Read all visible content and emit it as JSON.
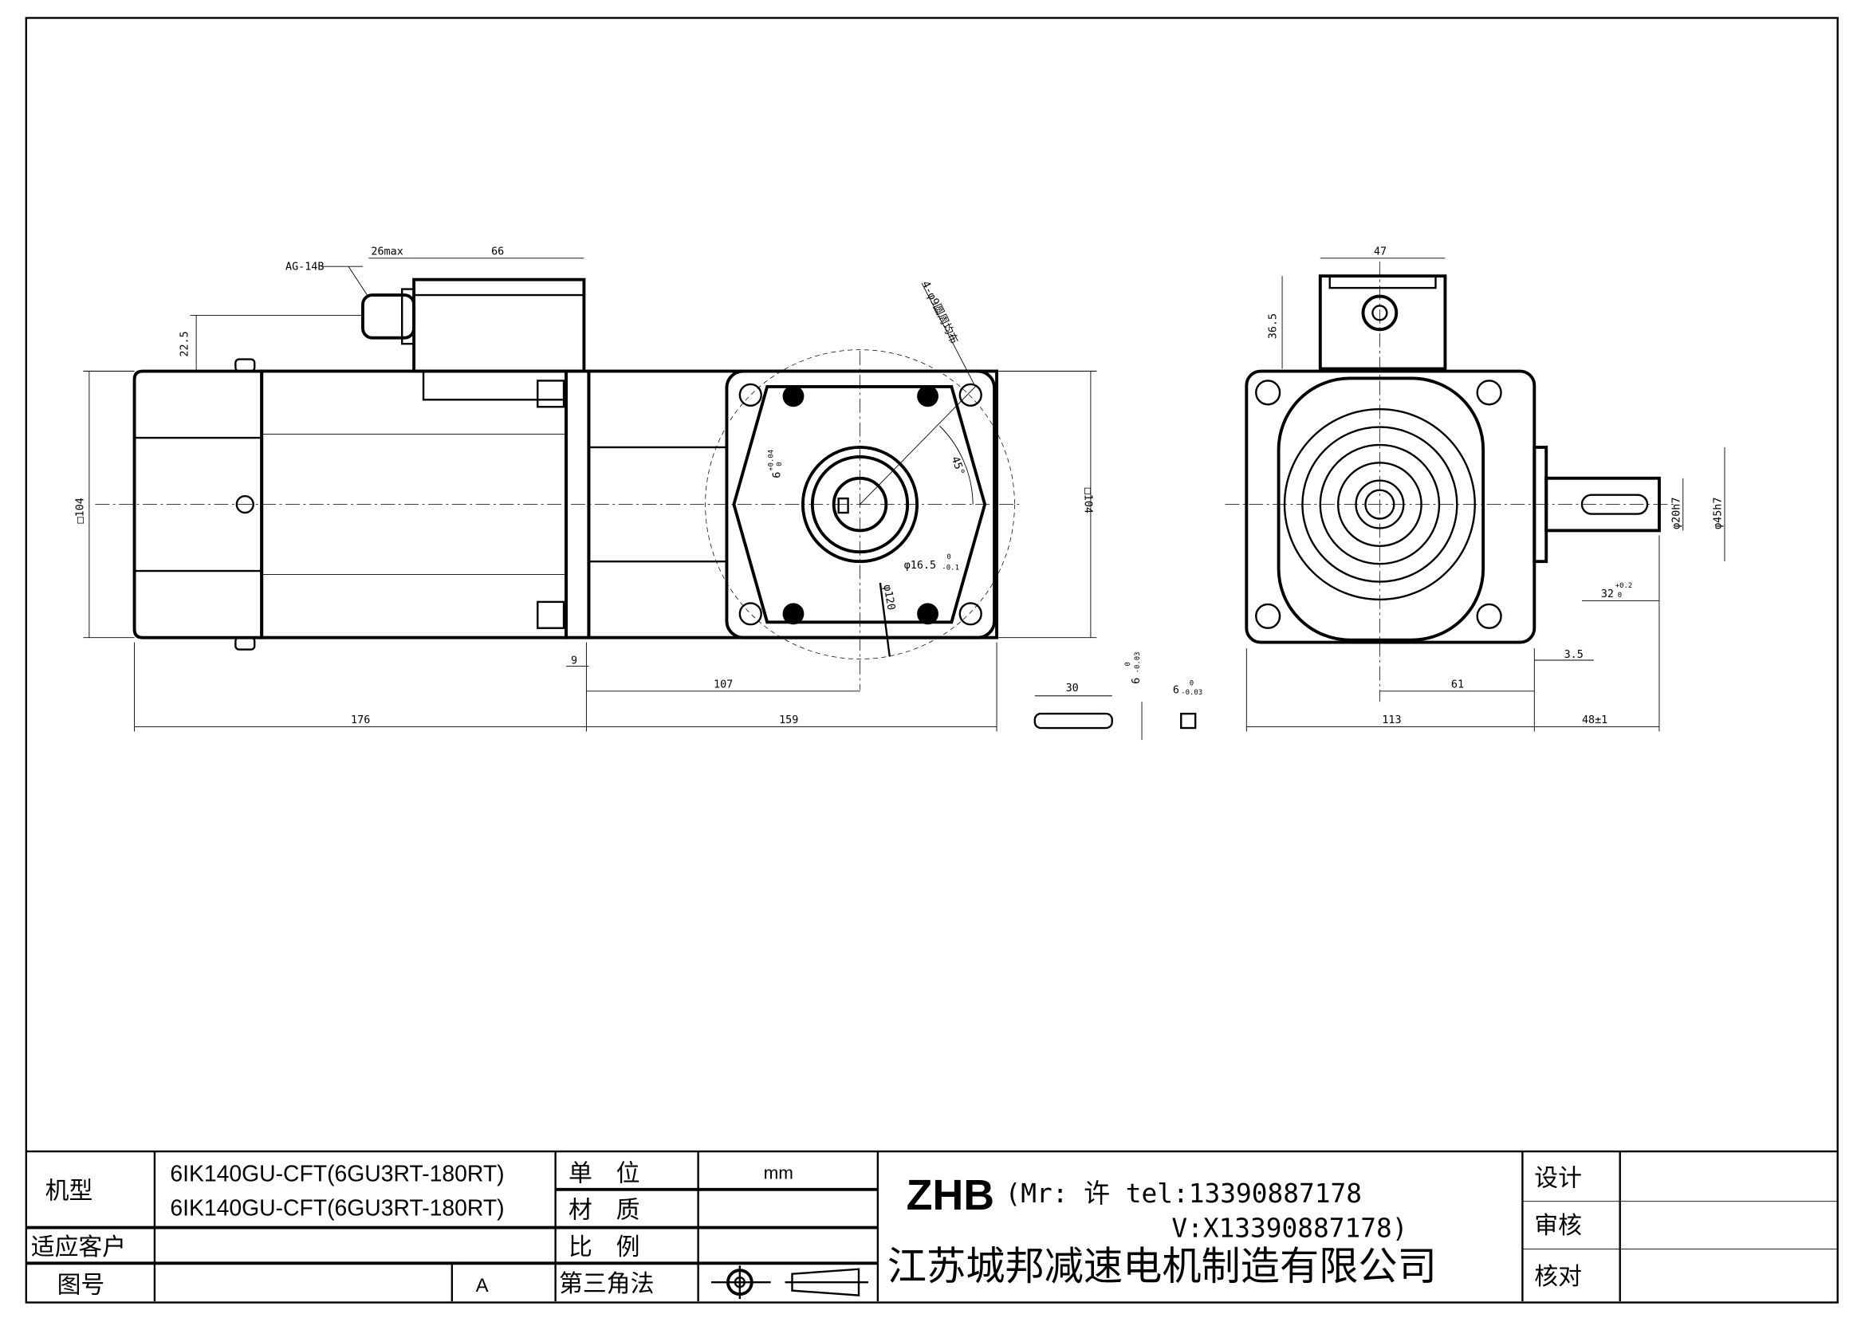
{
  "drawing": {
    "side_view": {
      "cable_gland_label": "AG-14B",
      "dim_gland": "26max",
      "dim_box_width": "66",
      "dim_box_height": "22.5",
      "dim_square_left": "□104",
      "dim_flange": "9",
      "dim_motor_length": "176",
      "dim_shaft_center": "107",
      "dim_gear_length": "159"
    },
    "front_view": {
      "holes_note": "4-φ9圆周均布",
      "angle": "45°",
      "key_width": "6",
      "key_width_tol_upper": "+0.04",
      "key_width_tol_lower": "0",
      "bore": "φ16.5",
      "bore_tol_upper": "0",
      "bore_tol_lower": "-0.1",
      "pcd": "φ120",
      "dim_square_right": "□104"
    },
    "key": {
      "length": "30",
      "height": "6",
      "height_tol_upper": "0",
      "height_tol_lower": "-0.03",
      "width": "6",
      "width_tol_upper": "0",
      "width_tol_lower": "-0.03"
    },
    "end_view": {
      "dim_box_width": "47",
      "dim_box_height": "36.5",
      "shaft_dia": "φ20h7",
      "pilot_dia": "φ45h7",
      "shaft_len": "32",
      "shaft_len_tol_upper": "+0.2",
      "shaft_len_tol_lower": "0",
      "dim_pilot": "3.5",
      "dim_center": "61",
      "dim_width": "113",
      "dim_shaft": "48±1"
    }
  },
  "title_block": {
    "model_label": "机型",
    "model_line1": "6IK140GU-CFT(6GU3RT-180RT)",
    "model_line2": "6IK140GU-CFT(6GU3RT-180RT)",
    "customer_label": "适应客户",
    "customer_value": "",
    "drawing_no_label": "图号",
    "drawing_no_value": "",
    "revision": "A",
    "unit_label": "单　位",
    "unit_value": "mm",
    "material_label": "材　质",
    "scale_label": "比　例",
    "projection_label": "第三角法",
    "brand": "ZHB",
    "contact_line1": "(Mr: 许 tel:13390887178",
    "contact_line2": "V:X13390887178)",
    "company": "江苏城邦减速电机制造有限公司",
    "design_label": "设计",
    "review_label": "审核",
    "check_label": "核对"
  }
}
